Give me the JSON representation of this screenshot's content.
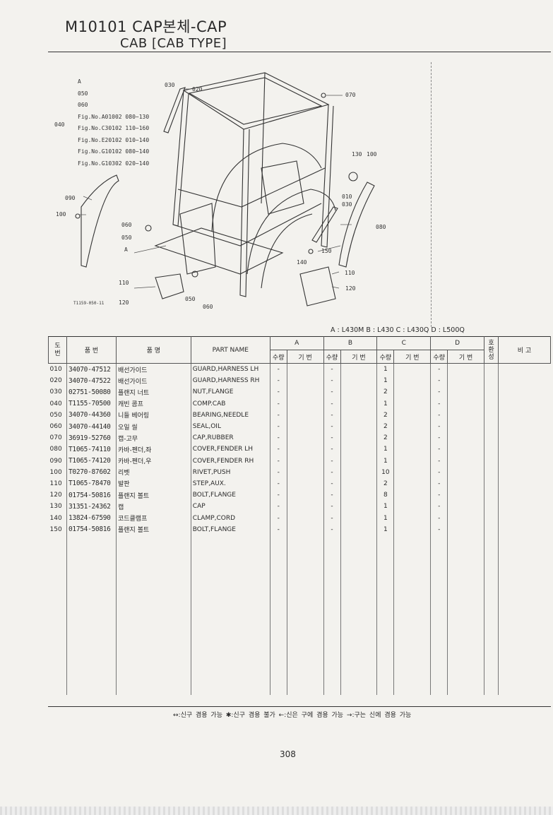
{
  "header": {
    "line1": "M10101 CAP본체-CAP",
    "line2": "CAB [CAB TYPE]"
  },
  "diagram": {
    "fig_refs": [
      "A",
      "050",
      "060",
      "Fig.No.A01002  080~130",
      "Fig.No.C30102  110~160",
      "Fig.No.E20102  010~140",
      "Fig.No.G10102  080~140",
      "Fig.No.G10302  020~140"
    ],
    "fig_group_label": "040",
    "callouts": {
      "c030a": "030",
      "c020": "020",
      "c070": "070",
      "c130": "130",
      "c100b": "100",
      "c090": "090",
      "c100": "100",
      "c010": "010",
      "c030b": "030",
      "c080": "080",
      "c060a": "060",
      "c050a": "050",
      "cA": "A",
      "c150": "150",
      "c140": "140",
      "c110a": "110",
      "c110b": "110",
      "c120a": "120",
      "c120b": "120",
      "c050b": "050",
      "c060b": "060",
      "code": "T1159-050-11"
    }
  },
  "models_legend": "A : L430M    B : L430    C : L430Q    D : L500Q",
  "table": {
    "headers": {
      "no": "도\n번",
      "part_no": "품    번",
      "name_kr": "품        명",
      "part_name": "PART  NAME",
      "group_a": "A",
      "group_b": "B",
      "group_c": "C",
      "group_d": "D",
      "qty": "수량",
      "base": "기 번",
      "compat": "호\n환\n성",
      "remarks": "비   고"
    },
    "rows": [
      {
        "no": "010",
        "part_no": "34070-47512",
        "name_kr": "배선가이드",
        "part_name": "GUARD,HARNESS LH",
        "a": "-",
        "b": "-",
        "c": "1",
        "d": "-"
      },
      {
        "no": "020",
        "part_no": "34070-47522",
        "name_kr": "배선가이드",
        "part_name": "GUARD,HARNESS RH",
        "a": "-",
        "b": "-",
        "c": "1",
        "d": "-"
      },
      {
        "no": "030",
        "part_no": "02751-50080",
        "name_kr": "플랜지 너트",
        "part_name": "NUT,FLANGE",
        "a": "-",
        "b": "-",
        "c": "2",
        "d": "-"
      },
      {
        "no": "040",
        "part_no": "T1155-70500",
        "name_kr": "캐빈 콤프",
        "part_name": "COMP.CAB",
        "a": "-",
        "b": "-",
        "c": "1",
        "d": "-"
      },
      {
        "no": "050",
        "part_no": "34070-44360",
        "name_kr": "니들 베어링",
        "part_name": "BEARING,NEEDLE",
        "a": "-",
        "b": "-",
        "c": "2",
        "d": "-"
      },
      {
        "no": "060",
        "part_no": "34070-44140",
        "name_kr": "오일 씰",
        "part_name": "SEAL,OIL",
        "a": "-",
        "b": "-",
        "c": "2",
        "d": "-"
      },
      {
        "no": "070",
        "part_no": "36919-52760",
        "name_kr": "캡-고무",
        "part_name": "CAP,RUBBER",
        "a": "-",
        "b": "-",
        "c": "2",
        "d": "-"
      },
      {
        "no": "080",
        "part_no": "T1065-74110",
        "name_kr": "카바-펜더,좌",
        "part_name": "COVER,FENDER LH",
        "a": "-",
        "b": "-",
        "c": "1",
        "d": "-"
      },
      {
        "no": "090",
        "part_no": "T1065-74120",
        "name_kr": "카바-펜더,우",
        "part_name": "COVER,FENDER RH",
        "a": "-",
        "b": "-",
        "c": "1",
        "d": "-"
      },
      {
        "no": "100",
        "part_no": "T0270-87602",
        "name_kr": "리벳",
        "part_name": "RIVET,PUSH",
        "a": "-",
        "b": "-",
        "c": "10",
        "d": "-"
      },
      {
        "no": "110",
        "part_no": "T1065-78470",
        "name_kr": "발판",
        "part_name": "STEP,AUX.",
        "a": "-",
        "b": "-",
        "c": "2",
        "d": "-"
      },
      {
        "no": "120",
        "part_no": "01754-50816",
        "name_kr": "플랜지 볼트",
        "part_name": "BOLT,FLANGE",
        "a": "-",
        "b": "-",
        "c": "8",
        "d": "-"
      },
      {
        "no": "130",
        "part_no": "31351-24362",
        "name_kr": "캡",
        "part_name": "CAP",
        "a": "-",
        "b": "-",
        "c": "1",
        "d": "-"
      },
      {
        "no": "140",
        "part_no": "13824-67590",
        "name_kr": "코드클램프",
        "part_name": "CLAMP,CORD",
        "a": "-",
        "b": "-",
        "c": "1",
        "d": "-"
      },
      {
        "no": "150",
        "part_no": "01754-50816",
        "name_kr": "플랜지 볼트",
        "part_name": "BOLT,FLANGE",
        "a": "-",
        "b": "-",
        "c": "1",
        "d": "-"
      }
    ]
  },
  "footer_legend": "↔:신구 겸용 가능    ✱:신구 겸용 불가    ←:신은 구에 겸용 가능    →:구는 신에 겸용 가능",
  "page_number": "308"
}
